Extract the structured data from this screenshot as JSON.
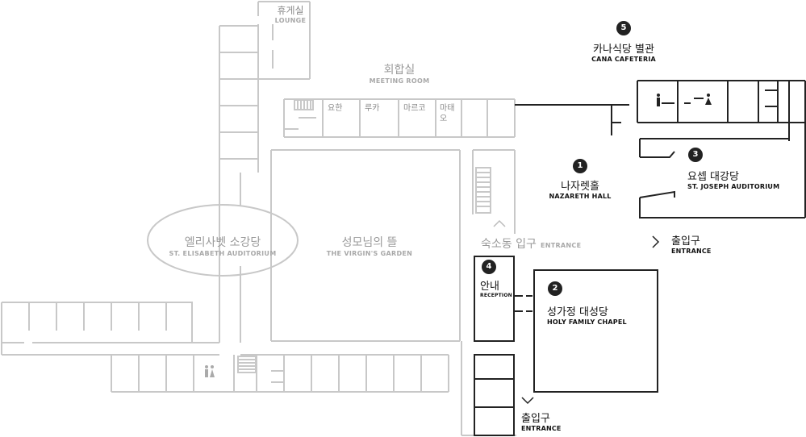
{
  "lounge": {
    "ko": "휴게실",
    "en": "LOUNGE"
  },
  "meeting_room": {
    "ko": "회합실",
    "en": "MEETING ROOM",
    "rooms": [
      "요한",
      "루카",
      "마르코",
      "마태\n오"
    ]
  },
  "elisabeth": {
    "ko": "엘리사벳 소강당",
    "en": "ST. ELISABETH AUDITORIUM"
  },
  "garden": {
    "ko": "성모님의 뜰",
    "en": "THE VIRGIN'S GARDEN"
  },
  "dormitory": {
    "ko": "숙소동 입구",
    "en": "ENTRANCE"
  },
  "buildings": [
    {
      "number": "1",
      "ko": "나자렛홀",
      "en": "NAZARETH HALL"
    },
    {
      "number": "2",
      "ko": "성가정 대성당",
      "en": "HOLY FAMILY CHAPEL"
    },
    {
      "number": "3",
      "ko": "요셉 대강당",
      "en": "ST. JOSEPH AUDITORIUM"
    },
    {
      "number": "4",
      "ko": "안내",
      "en": "RECEPTION"
    },
    {
      "number": "5",
      "ko": "카나식당 별관",
      "en": "CANA CAFETERIA"
    }
  ],
  "entrances": [
    {
      "ko": "출입구",
      "en": "ENTRANCE"
    },
    {
      "ko": "출입구",
      "en": "ENTRANCE"
    }
  ],
  "icons": {
    "restroom": "restroom-icon",
    "male": "male-icon",
    "female": "female-icon",
    "stairs": "stairs-icon",
    "arrow_right": "chevron-right-icon",
    "arrow_down": "chevron-down-icon",
    "arrow_up": "chevron-up-icon"
  },
  "colors": {
    "grey_walls": "#c8c8c8",
    "dark_walls": "#222222",
    "badge": "#222222"
  }
}
